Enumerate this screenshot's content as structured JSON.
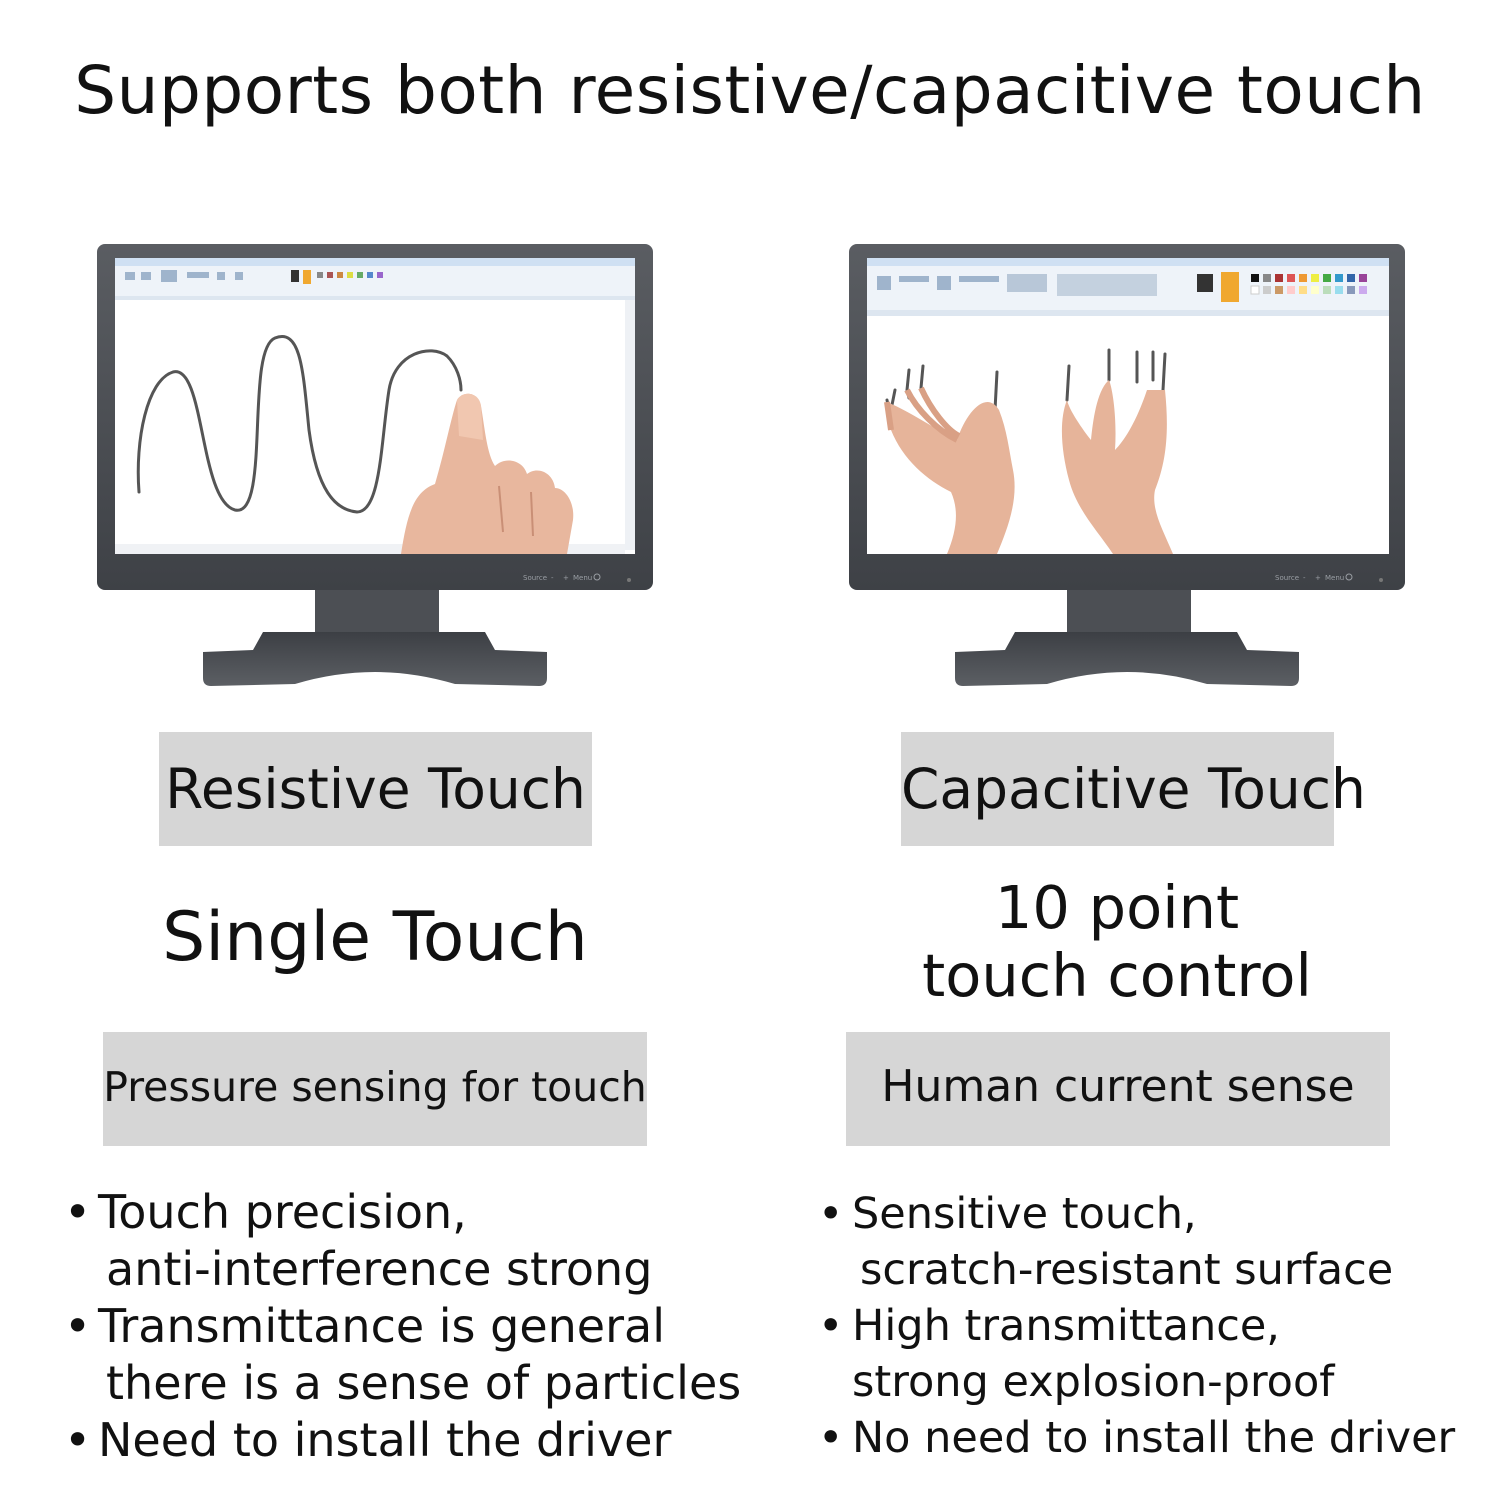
{
  "title": "Supports both resistive/capacitive touch",
  "left": {
    "type_label": "Resistive Touch",
    "touch_points": [
      "Single Touch"
    ],
    "sensing": "Pressure sensing for touch",
    "bullets": [
      [
        "Touch precision,",
        "anti-interference strong"
      ],
      [
        "Transmittance is general",
        "there is a sense of particles"
      ],
      [
        "Need to install the driver"
      ]
    ]
  },
  "right": {
    "type_label": "Capacitive Touch",
    "touch_points": [
      "10 point",
      "touch control"
    ],
    "sensing": "Human current sense",
    "bullets": [
      [
        "Sensitive touch,",
        "scratch-resistant surface"
      ],
      [
        "High transmittance,",
        "strong explosion-proof"
      ],
      [
        "No need to install the driver"
      ]
    ]
  },
  "bullet_glyph": "•",
  "monitor_buttons": {
    "source": "Source",
    "minus": "-",
    "plus": "+",
    "menu": "Menu"
  },
  "icons": [
    "finger-icon",
    "hands-icon",
    "power-icon"
  ],
  "colors": {
    "background": "#ffffff",
    "label_box": "#d6d6d6",
    "monitor_bezel": "#4a4d52",
    "screen": "#ffffff",
    "ribbon": "#dce8f5"
  }
}
